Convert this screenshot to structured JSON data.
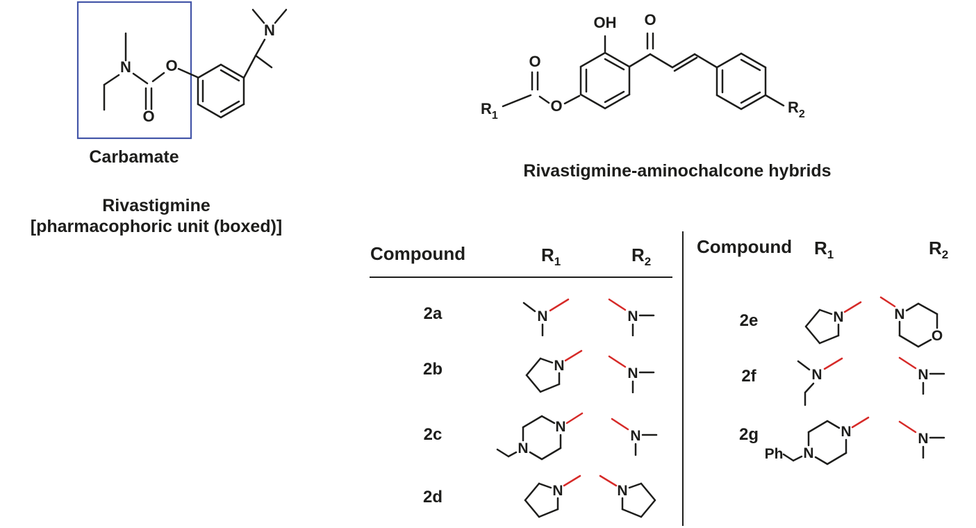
{
  "left_panel": {
    "box_label": "Carbamate",
    "name_line": "Rivastigmine",
    "note_line": "[pharmacophoric unit (boxed)]",
    "molecule": {
      "n_carbamate": "N",
      "o_carbonyl": "O",
      "o_ester": "O",
      "n_amine": "N"
    }
  },
  "right_panel": {
    "title": "Rivastigmine-aminochalcone hybrids",
    "molecule": {
      "r1_base": "R",
      "r1_sub": "1",
      "o_ester_carbonyl": "O",
      "o_ester": "O",
      "hydroxyl": "OH",
      "o_ketone": "O",
      "r2_base": "R",
      "r2_sub": "2"
    }
  },
  "atoms": {
    "nitrogen": "N",
    "oxygen": "O",
    "phenyl_abbrev": "Ph"
  },
  "colors": {
    "bond": "#1d1d1b",
    "attachment_bond": "#d62a28",
    "pharmacophore_box": "#4355a8"
  },
  "table": {
    "headers": {
      "compound": "Compound",
      "r_base": "R",
      "r1_sub": "1",
      "r2_sub": "2"
    },
    "left_rows": [
      {
        "id": "2a",
        "r1": "dimethylamino_right",
        "r2": "dimethylamino_left"
      },
      {
        "id": "2b",
        "r1": "pyrrolidinyl_right",
        "r2": "dimethylamino_left"
      },
      {
        "id": "2c",
        "r1": "ethylpiperazinyl_right",
        "r2": "dimethylamino_left"
      },
      {
        "id": "2d",
        "r1": "pyrrolidinyl_right",
        "r2": "pyrrolidinyl_left"
      }
    ],
    "right_rows": [
      {
        "id": "2e",
        "r1": "pyrrolidinyl_right",
        "r2": "morpholinyl_left"
      },
      {
        "id": "2f",
        "r1": "ethylmethylamino_right",
        "r2": "dimethylamino_left"
      },
      {
        "id": "2g",
        "r1": "benzylpiperazinyl_right",
        "r2": "dimethylamino_left"
      }
    ]
  }
}
